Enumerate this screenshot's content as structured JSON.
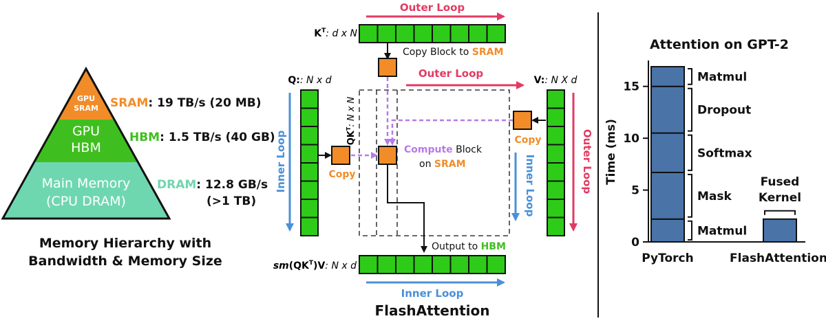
{
  "colors": {
    "orange": "#f28c28",
    "green": "#3fbf1f",
    "teal": "#6fd7b0",
    "cell_green": "#2ecc18",
    "bar_blue": "#4a74a8",
    "pink": "#e23a63",
    "blue": "#4a90d9",
    "purple": "#b67be6",
    "black": "#111111"
  },
  "hierarchy": {
    "top_label": "GPU\nSRAM",
    "mid_label": "GPU\nHBM",
    "bottom_label": "Main Memory\n(CPU DRAM)",
    "sram_name": "SRAM",
    "sram_spec": ": 19 TB/s (20 MB)",
    "hbm_name": "HBM",
    "hbm_spec": ": 1.5 TB/s (40 GB)",
    "dram_name": "DRAM",
    "dram_spec": ": 12.8 GB/s",
    "dram_spec2": "(>1 TB)",
    "caption_line1": "Memory Hierarchy with",
    "caption_line2": "Bandwidth & Memory Size"
  },
  "flash": {
    "outer_loop_top": "Outer Loop",
    "kt_label": "K",
    "kt_sup": "T",
    "kt_dims": ": d x N",
    "copy_block_text": "Copy Block to ",
    "copy_block_sram": "SRAM",
    "outer_loop_mid": "Outer Loop",
    "q_label": "Q",
    "q_dims": ": N x d",
    "qkt_label": "QK",
    "qkt_sup": "T",
    "qkt_dims": ": N x N",
    "v_label": "V",
    "v_dims": ": N X d",
    "inner_loop_left": "Inner Loop",
    "inner_loop_right": "Inner Loop",
    "outer_loop_right": "Outer Loop",
    "copy_left": "Copy",
    "copy_right": "Copy",
    "compute_word": "Compute",
    "compute_rest": " Block",
    "on_text": "on ",
    "on_sram": "SRAM",
    "output_text": "Output to ",
    "output_hbm": "HBM",
    "sm_label": "sm",
    "sm_rest": "(QK",
    "sm_sup": "T",
    "sm_tail": ")V",
    "sm_dims": ": N x d",
    "inner_loop_bottom": "Inner Loop",
    "caption": "FlashAttention"
  },
  "chart_data": {
    "type": "bar",
    "title": "Attention on GPT-2",
    "ylabel": "Time (ms)",
    "xlabel": "",
    "ylim": [
      0,
      17.5
    ],
    "yticks": [
      0,
      5,
      10,
      15
    ],
    "categories": [
      "PyTorch",
      "FlashAttention"
    ],
    "stacked_segments": [
      {
        "name": "Matmul",
        "category": "PyTorch",
        "start": 0,
        "end": 2.2
      },
      {
        "name": "Mask",
        "category": "PyTorch",
        "start": 2.2,
        "end": 6.7
      },
      {
        "name": "Softmax",
        "category": "PyTorch",
        "start": 6.7,
        "end": 10.5
      },
      {
        "name": "Dropout",
        "category": "PyTorch",
        "start": 10.5,
        "end": 15.0
      },
      {
        "name": "Matmul",
        "category": "PyTorch",
        "start": 15.0,
        "end": 16.9
      }
    ],
    "fused": {
      "name": "Fused\nKernel",
      "category": "FlashAttention",
      "value": 2.2
    }
  }
}
